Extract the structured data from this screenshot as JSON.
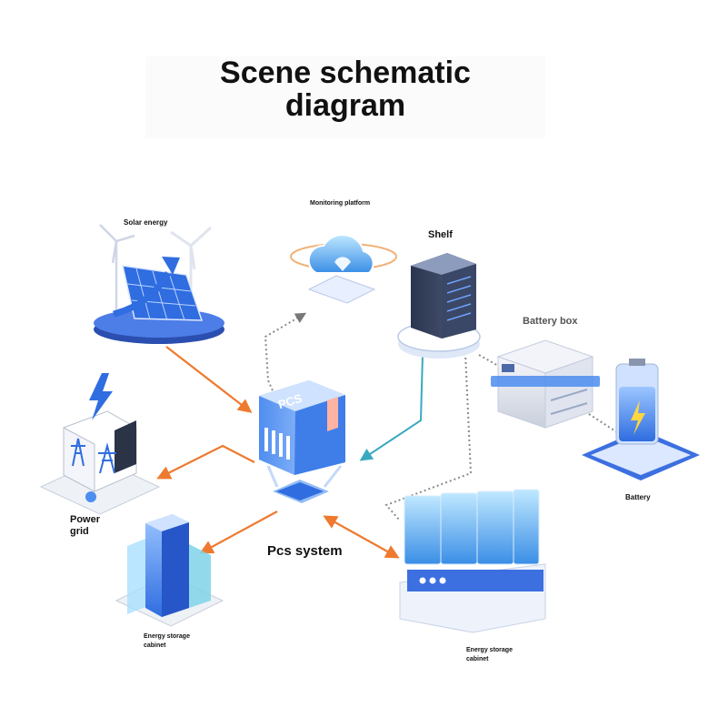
{
  "title": {
    "line1": "Scene schematic",
    "line2": "diagram"
  },
  "labels": {
    "solar": "Solar energy",
    "monitoring": "Monitoring platform",
    "shelf": "Shelf",
    "battery_box": "Battery box",
    "battery": "Battery",
    "power_grid_1": "Power",
    "power_grid_2": "grid",
    "pcs_system": "Pcs system",
    "pcs_tag": "PCS",
    "ess_left_1": "Energy storage",
    "ess_left_2": "cabinet",
    "ess_right_1": "Energy storage",
    "ess_right_2": "cabinet"
  },
  "colors": {
    "orange_link": "#ee7a2f",
    "teal_link": "#3aa9bf",
    "dotted_link": "#8a8a8a",
    "accent_blue": "#2f6de0",
    "light_blue": "#7fb3ff"
  }
}
